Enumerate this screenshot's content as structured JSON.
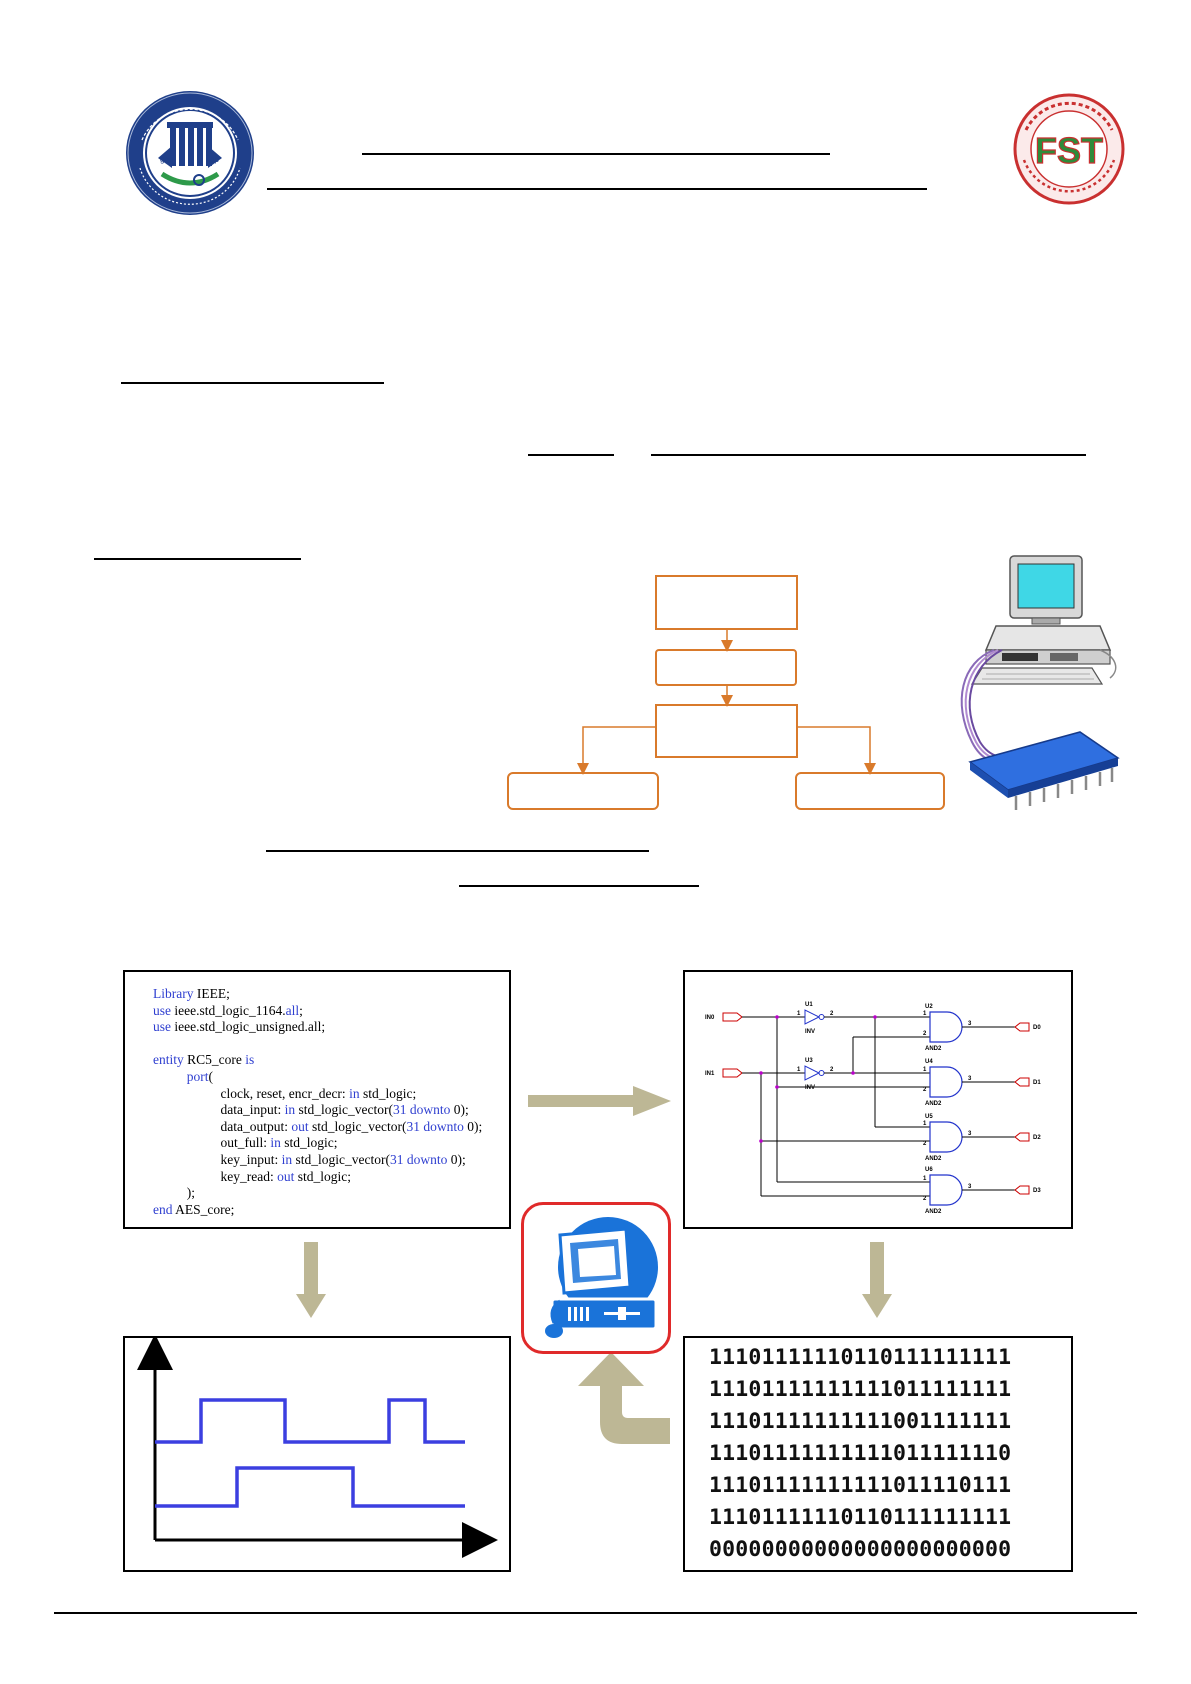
{
  "header": {
    "left_logo": "university-seal-logo",
    "right_logo": "fst-faculty-logo",
    "right_logo_letters": "FST"
  },
  "vhdl_code": {
    "lines": [
      [
        {
          "t": "Library ",
          "k": 1
        },
        {
          "t": "IEEE;",
          "k": 0
        }
      ],
      [
        {
          "t": "use ",
          "k": 1
        },
        {
          "t": "ieee.std_logic_1164.",
          "k": 0
        },
        {
          "t": "all",
          "k": 1
        },
        {
          "t": ";",
          "k": 0
        }
      ],
      [
        {
          "t": "use ",
          "k": 1
        },
        {
          "t": "ieee.std_logic_unsigned.all;",
          "k": 0
        }
      ],
      [],
      [
        {
          "t": "entity ",
          "k": 1
        },
        {
          "t": "RC5_core ",
          "k": 0
        },
        {
          "t": "is",
          "k": 1
        }
      ],
      [
        {
          "t": "          port",
          "k": 1
        },
        {
          "t": "(",
          "k": 0
        }
      ],
      [
        {
          "t": "                    clock, reset, encr_decr: ",
          "k": 0
        },
        {
          "t": "in",
          "k": 1
        },
        {
          "t": " std_logic;",
          "k": 0
        }
      ],
      [
        {
          "t": "                    data_input: ",
          "k": 0
        },
        {
          "t": "in",
          "k": 1
        },
        {
          "t": " std_logic_vector(",
          "k": 0
        },
        {
          "t": "31 downto",
          "k": 1
        },
        {
          "t": " 0);",
          "k": 0
        }
      ],
      [
        {
          "t": "                    data_output: ",
          "k": 0
        },
        {
          "t": "out",
          "k": 1
        },
        {
          "t": " std_logic_vector(",
          "k": 0
        },
        {
          "t": "31 downto",
          "k": 1
        },
        {
          "t": " 0);",
          "k": 0
        }
      ],
      [
        {
          "t": "                    out_full: ",
          "k": 0
        },
        {
          "t": "in",
          "k": 1
        },
        {
          "t": " std_logic;",
          "k": 0
        }
      ],
      [
        {
          "t": "                    key_input: ",
          "k": 0
        },
        {
          "t": "in",
          "k": 1
        },
        {
          "t": " std_logic_vector(",
          "k": 0
        },
        {
          "t": "31 downto",
          "k": 1
        },
        {
          "t": " 0);",
          "k": 0
        }
      ],
      [
        {
          "t": "                    key_read: ",
          "k": 0
        },
        {
          "t": "out",
          "k": 1
        },
        {
          "t": " std_logic;",
          "k": 0
        }
      ],
      [
        {
          "t": "          );",
          "k": 0
        }
      ],
      [
        {
          "t": "end ",
          "k": 1
        },
        {
          "t": "AES_core;",
          "k": 0
        }
      ]
    ]
  },
  "schematic": {
    "inputs": [
      "IN0",
      "IN1"
    ],
    "outputs": [
      "D0",
      "D1",
      "D2",
      "D3"
    ],
    "inverters": [
      {
        "ref": "U1",
        "type": "INV"
      },
      {
        "ref": "U3",
        "type": "INV"
      }
    ],
    "and_gates": [
      {
        "ref": "U2",
        "type": "AND2"
      },
      {
        "ref": "U4",
        "type": "AND2"
      },
      {
        "ref": "U5",
        "type": "AND2"
      },
      {
        "ref": "U6",
        "type": "AND2"
      }
    ],
    "pin_labels": [
      "1",
      "2",
      "3"
    ]
  },
  "binary_rows": [
    "11101111110110111111111",
    "11101111111111011111111",
    "11101111111111001111111",
    "11101111111111011111110",
    "11101111111111011110111",
    "11101111110110111111111",
    "00000000000000000000000"
  ],
  "colors": {
    "flow_box": "#d97a2b",
    "code_keyword": "#2f3fd0",
    "waveform": "#3b3fe0",
    "arrow": "#bdb795",
    "computer_badge_border": "#e02a2a",
    "computer_icon": "#1a73d9"
  }
}
